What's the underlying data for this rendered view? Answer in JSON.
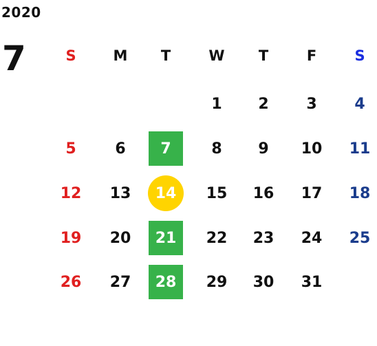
{
  "year": "2020",
  "month": "7",
  "weekdays": [
    "S",
    "M",
    "T",
    "W",
    "T",
    "F",
    "S"
  ],
  "weeks": [
    [
      "",
      "",
      "",
      "1",
      "2",
      "3",
      "4"
    ],
    [
      "5",
      "6",
      "7",
      "8",
      "9",
      "10",
      "11"
    ],
    [
      "12",
      "13",
      "14",
      "15",
      "16",
      "17",
      "18"
    ],
    [
      "19",
      "20",
      "21",
      "22",
      "23",
      "24",
      "25"
    ],
    [
      "26",
      "27",
      "28",
      "29",
      "30",
      "31",
      ""
    ]
  ],
  "colors": {
    "sunday": "#e02020",
    "saturday": "#1a3c8c",
    "weekday": "#111111",
    "highlight_green": "#37b24a",
    "highlight_yellow": "#ffd400"
  },
  "highlighted_days": {
    "green_square": [
      "7",
      "21",
      "28"
    ],
    "yellow_circle": [
      "14"
    ]
  }
}
